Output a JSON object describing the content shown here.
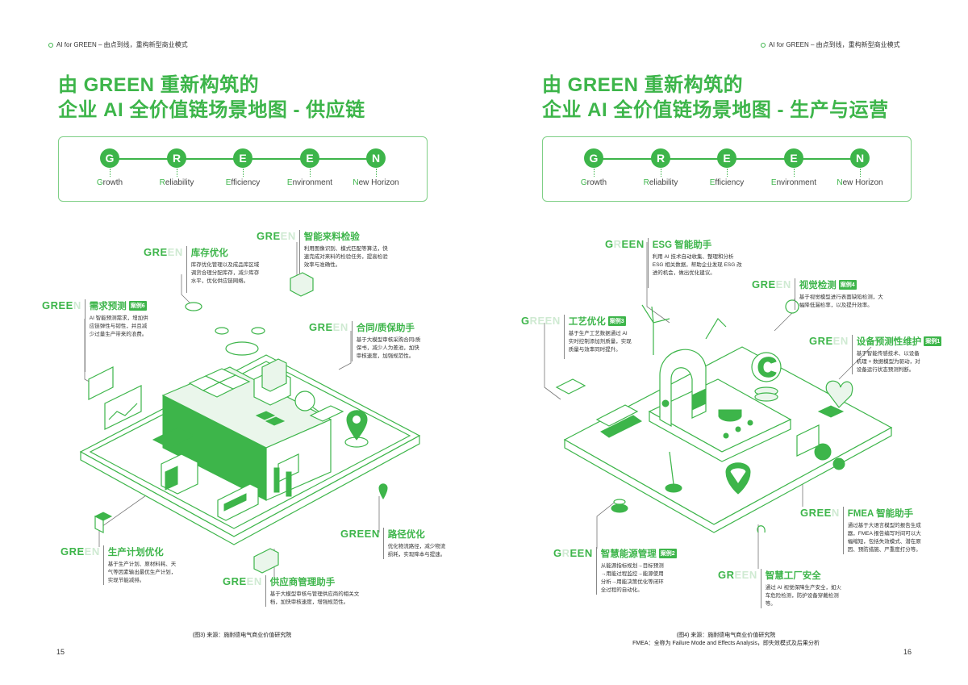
{
  "running_head": "AI for GREEN – 由点到线，重构新型商业模式",
  "green_framework": [
    {
      "letter": "G",
      "first": "G",
      "rest": "rowth",
      "label": "Growth"
    },
    {
      "letter": "R",
      "first": "R",
      "rest": "eliability",
      "label": "Reliability"
    },
    {
      "letter": "E",
      "first": "E",
      "rest": "fficiency",
      "label": "Efficiency"
    },
    {
      "letter": "E",
      "first": "E",
      "rest": "nvironment",
      "label": "Environment"
    },
    {
      "letter": "N",
      "first": "N",
      "rest": "ew Horizon",
      "label": "New Horizon"
    }
  ],
  "colors": {
    "accent": "#3db54a",
    "accent_light": "#eaf6eb",
    "faint": "#cfead2"
  },
  "left_page": {
    "title_line1": "由 GREEN 重新构筑的",
    "title_line2": "企业 AI 全价值链场景地图 - 供应链",
    "callouts": [
      {
        "brand_strong": "GREE",
        "brand_faint": "N",
        "heading": "需求预测",
        "badge": "案例6",
        "desc": "AI 智能预测需求，增加供应链弹性与韧性，并且减少过量生产带来的浪费。"
      },
      {
        "brand_strong": "GRE",
        "brand_faint": "EN",
        "heading": "库存优化",
        "badge": "",
        "desc": "库存优化管理以及成品库区域调货合理分配库存，减少库存水平，优化供应链网络。"
      },
      {
        "brand_strong": "GRE",
        "brand_faint": "EN",
        "heading": "智能来料检验",
        "badge": "",
        "desc": "利用图像识别、模式匹配等算法，快速完成对来料的检验任务，提高检验效率与准确性。"
      },
      {
        "brand_strong": "GRE",
        "brand_faint": "EN",
        "heading": "合同/质保助手",
        "badge": "",
        "desc": "基于大模型审核采购合同/质保书，减少人为差池，加快审核速度，加强规范性。"
      },
      {
        "brand_strong": "GREEN",
        "brand_faint": "",
        "heading": "路径优化",
        "badge": "",
        "desc": "优化物流路径，减少物流损耗，实现降本与提速。"
      },
      {
        "brand_strong": "GRE",
        "brand_faint": "EN",
        "heading": "生产计划优化",
        "badge": "",
        "desc": "基于生产计划、原材料耗、天气等因素输出最优生产计划，实现节能减排。"
      },
      {
        "brand_strong": "GRE",
        "brand_faint": "EN",
        "heading": "供应商管理助手",
        "badge": "",
        "desc": "基于大模型审核与管理供应商的相关文档，加快审核速度，增强规范性。"
      }
    ],
    "source": "(图3) 来源：施耐德电气商业价值研究院",
    "page_number": "15"
  },
  "right_page": {
    "title_line1": "由 GREEN 重新构筑的",
    "title_line2": "企业 AI 全价值链场景地图 - 生产与运营",
    "callouts": [
      {
        "brand_strong": "G",
        "brand_faint": "R",
        "brand_rest": "EEN",
        "heading": "ESG 智能助手",
        "badge": "",
        "desc": "利用 AI 技术自动收集、整理和分析 ESG 相关数据，帮助企业发现 ESG 改进的机会，做出优化建议。"
      },
      {
        "brand_strong": "GRE",
        "brand_faint": "EN",
        "heading": "视觉检测",
        "badge": "案例4",
        "desc": "基于视觉模型进行表面缺陷检测，大幅降低漏检率，以及提升效率。"
      },
      {
        "brand_strong": "G",
        "brand_faint": "REEN",
        "heading": "工艺优化",
        "badge": "案例3",
        "desc": "基于生产工艺数据通过 AI 实时控制添加剂质量，实现质量与效率同时提升。"
      },
      {
        "brand_strong": "GRE",
        "brand_faint": "EN",
        "heading": "设备预测性维护",
        "badge": "案例1",
        "desc": "基于智能传感技术、以设备机理 + 数据模型为驱动，对设备运行状态预测判断。"
      },
      {
        "brand_strong": "GREE",
        "brand_faint": "N",
        "heading": "FMEA 智能助手",
        "badge": "",
        "desc": "通过基于大语言模型的报告生成器，FMEA 报告编写时间可以大幅缩短，包括失效模式、潜在原因、预防措施、严重度打分等。"
      },
      {
        "brand_strong": "G",
        "brand_faint": "R",
        "brand_rest": "EEN",
        "heading": "智慧能源管理",
        "badge": "案例2",
        "desc": "从能源指标规划→目标预测→用能过程监控→能源使用分析→用能决策优化等闭环全过程的自动化。"
      },
      {
        "brand_strong": "GR",
        "brand_faint": "EEN",
        "heading": "智慧工厂安全",
        "badge": "",
        "desc": "通过 AI 视觉保障生产安全，如火车危险检测，防护设备穿戴检测等。"
      }
    ],
    "source_line1": "(图4) 来源：施耐德电气商业价值研究院",
    "source_line2": "FMEA：全称为 Failure Mode and Effects Analysis，即失效模式及后果分析",
    "page_number": "16"
  }
}
